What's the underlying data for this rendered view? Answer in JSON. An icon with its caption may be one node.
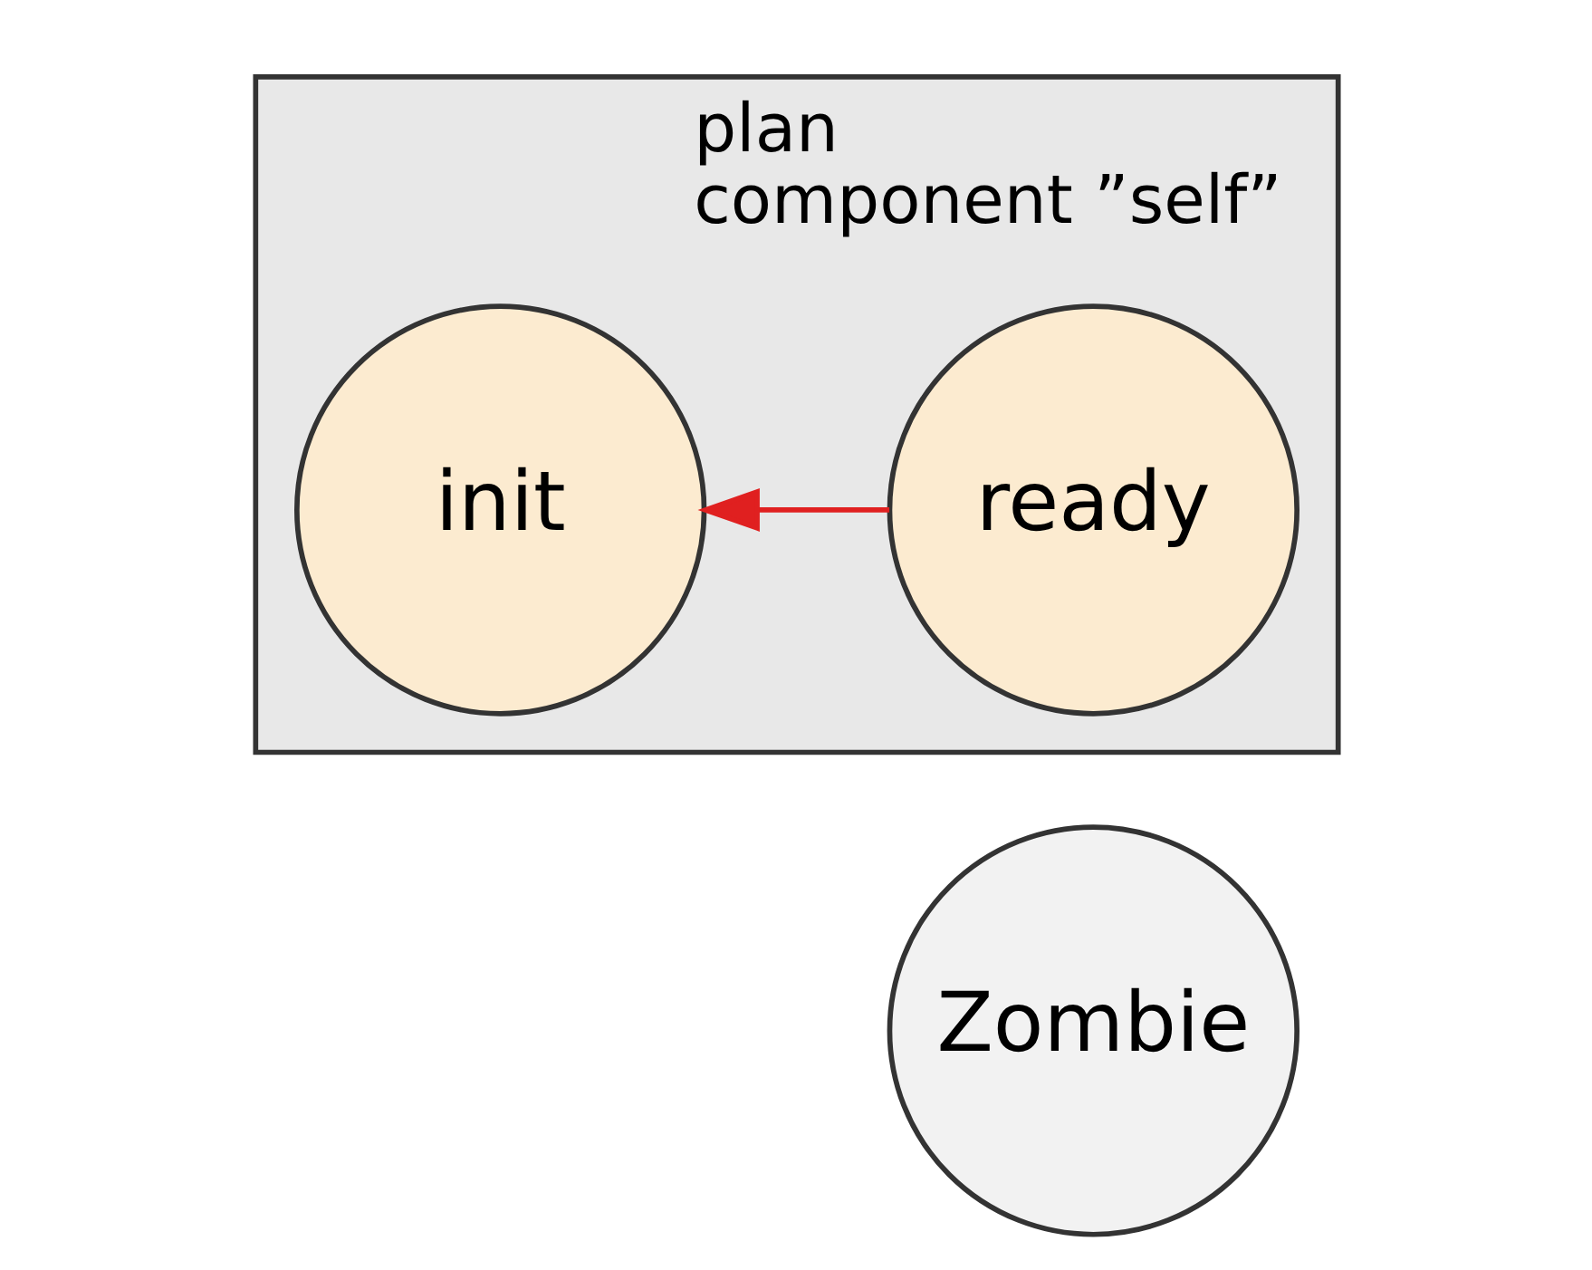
{
  "diagram": {
    "nodes": [
      {
        "text": [
          "Zombie"
        ]
      },
      {
        "text": [
          "plan",
          "component ”self”"
        ]
      },
      {
        "text": [
          "init"
        ],
        "in": 1
      },
      {
        "text": [
          "ready"
        ],
        "in": 1
      }
    ],
    "edges": [
      {
        "from": 3,
        "to": 2,
        "arrow": "to",
        "color": "#e02020"
      }
    ]
  }
}
